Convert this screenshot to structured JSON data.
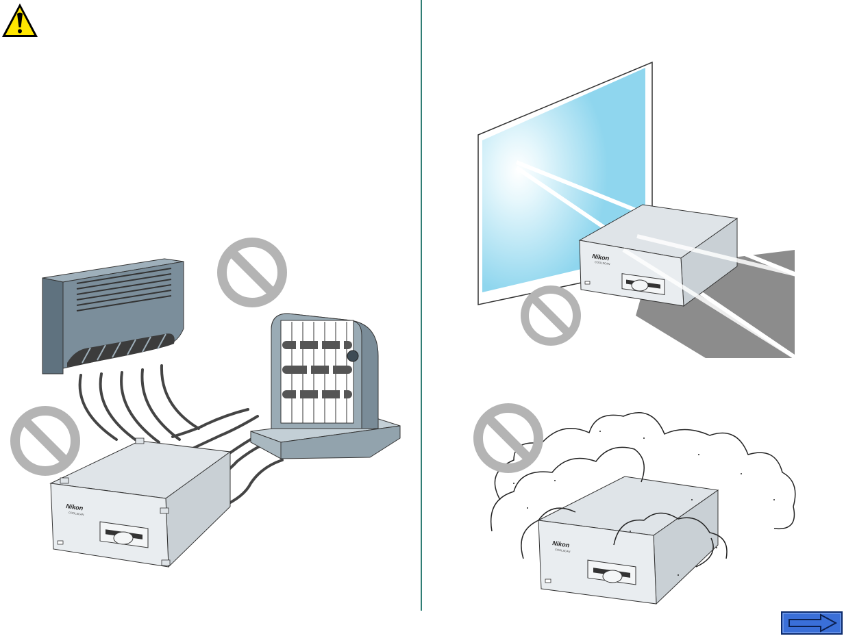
{
  "page": {
    "background": "#ffffff",
    "divider_color": "#2f7d74"
  },
  "warning": {
    "icon": "caution-triangle-icon",
    "color": "#ffe600"
  },
  "scanner": {
    "brand": "Nikon",
    "model": "COOLSCAN",
    "body_color": "#e9edf0",
    "top_color": "#dfe4e8",
    "side_color": "#c9d0d5"
  },
  "scenes": [
    {
      "name": "heat-sources",
      "prohibition_marks": 2,
      "items": [
        "air-conditioner",
        "space-heater",
        "scanner"
      ]
    },
    {
      "name": "direct-sunlight",
      "prohibition_marks": 1,
      "items": [
        "window",
        "sun-rays",
        "scanner",
        "shadow"
      ]
    },
    {
      "name": "dust",
      "prohibition_marks": 1,
      "items": [
        "dust-cloud",
        "scanner"
      ]
    }
  ],
  "colors": {
    "prohibit": "#b4b4b4",
    "air_conditioner": "#6f8390",
    "heater": "#8194a0",
    "window_sky": "#8fd6ee",
    "shadow": "#8c8c8c",
    "next_button": "#3a6fd8"
  },
  "navigation": {
    "next_icon": "right-arrow-icon"
  }
}
